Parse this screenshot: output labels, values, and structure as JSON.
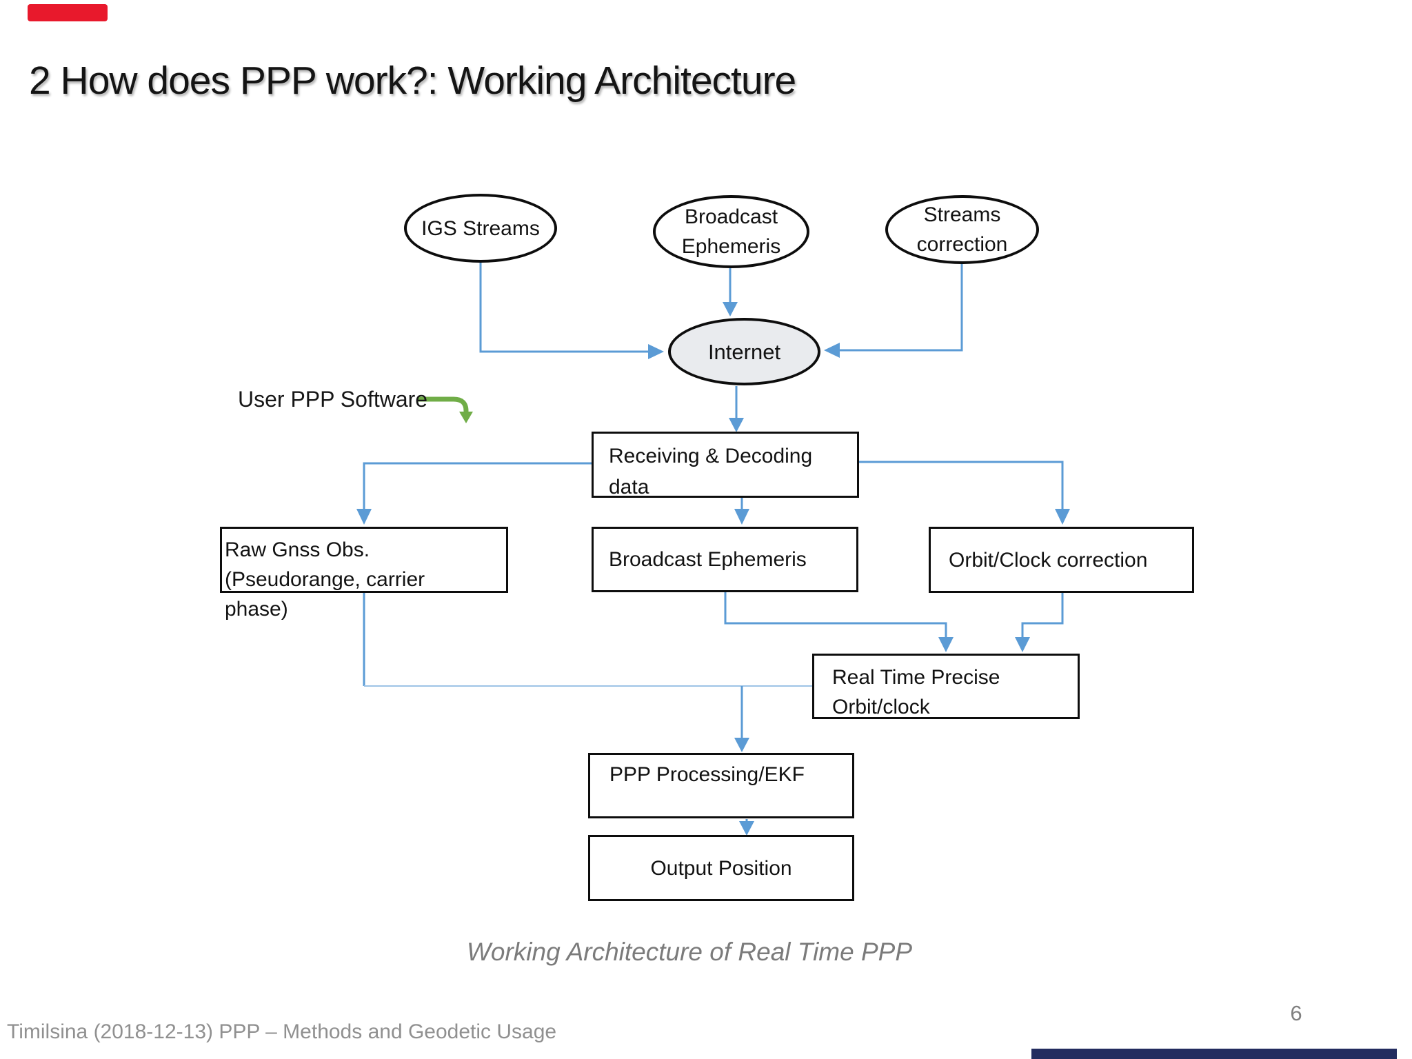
{
  "slide": {
    "title": "2 How does PPP work?: Working Architecture",
    "caption": "Working Architecture of Real Time PPP",
    "footer": "Timilsina (2018-12-13) PPP – Methods and Geodetic Usage",
    "page_number": "6"
  },
  "diagram": {
    "user_ppp_label": "User PPP Software",
    "nodes": {
      "igs_streams": "IGS Streams",
      "broadcast_source": {
        "lines": [
          "Broadcast",
          "Ephemeris"
        ]
      },
      "streams_correction": {
        "lines": [
          "Streams",
          "correction"
        ]
      },
      "internet": "Internet",
      "receiving_decoding": {
        "lines": [
          "Receiving & Decoding",
          "data"
        ]
      },
      "raw_gnss": {
        "lines": [
          "Raw Gnss Obs. (Pseudorange, carrier",
          "phase)"
        ]
      },
      "broadcast_ephemeris_box": "Broadcast Ephemeris",
      "orbit_clock_correction": "Orbit/Clock correction",
      "real_time_precise": "Real Time Precise Orbit/clock",
      "ppp_processing": "PPP Processing/EKF",
      "output_position": "Output Position"
    },
    "colors": {
      "arrow_blue": "#5b9bd5",
      "arrow_blue_light": "#9dc3e6",
      "green_arrow": "#70ad47",
      "internet_fill": "#e9ebee",
      "redaction_red": "#e8192c",
      "redaction_navy": "#232c5f"
    }
  }
}
